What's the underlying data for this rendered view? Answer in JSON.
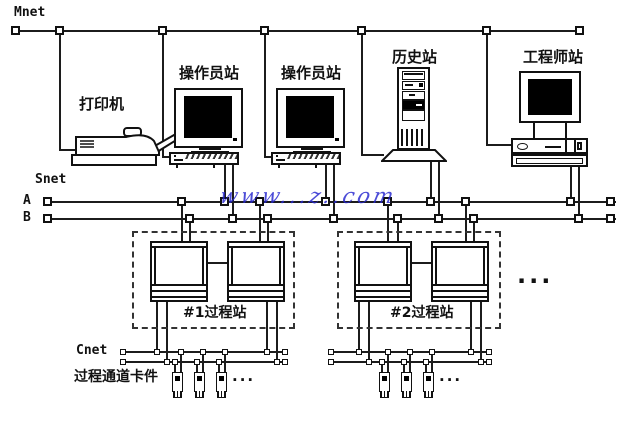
{
  "networks": {
    "mnet": {
      "label": "Mnet"
    },
    "snet": {
      "label": "Snet",
      "bus_a_label": "A",
      "bus_b_label": "B"
    },
    "cnet": {
      "label": "Cnet"
    }
  },
  "stations": {
    "printer": {
      "label": "打印机"
    },
    "operator_1": {
      "label": "操作员站"
    },
    "operator_2": {
      "label": "操作员站"
    },
    "history": {
      "label": "历史站"
    },
    "engineer": {
      "label": "工程师站"
    },
    "process_1": {
      "label": "#1过程站"
    },
    "process_2": {
      "label": "#2过程站"
    }
  },
  "io": {
    "cards_label": "过程通道卡件",
    "ellipsis_cards_1": "...",
    "ellipsis_cards_2": "...",
    "ellipsis_stations": "..."
  },
  "watermark": {
    "text": "www...z..com",
    "color": "#2626cf"
  },
  "colors": {
    "line": "#1c1c1c",
    "background": "#ffffff"
  }
}
